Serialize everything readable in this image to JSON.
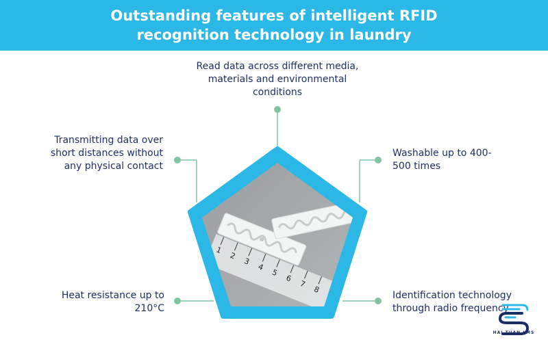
{
  "header": {
    "title": "Outstanding features of intelligent RFID recognition technology in laundry",
    "background_color": "#2cb8e6"
  },
  "features": {
    "top": "Read data across different media, materials and environmental conditions",
    "top_left": "Transmitting data over short distances without any physical contact",
    "top_right": "Washable up to 400-500 times",
    "bottom_left": "Heat resistance up to 210°C",
    "bottom_right": "Identification technology through radio frequency"
  },
  "ruler_ticks": [
    "1",
    "2",
    "3",
    "4",
    "5",
    "6",
    "7",
    "8"
  ],
  "logo": {
    "text": "HAI TUAN LMS",
    "icon": "s-wave-logo-icon"
  },
  "colors": {
    "accent": "#2cb8e6",
    "connector": "#7fc4a4",
    "text": "#1e2f66"
  }
}
